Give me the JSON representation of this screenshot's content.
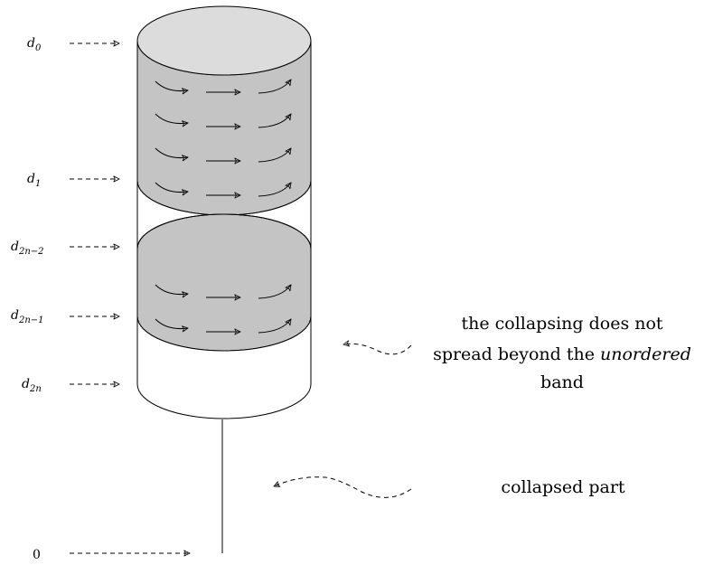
{
  "levels": [
    {
      "base": "d",
      "sub": "0"
    },
    {
      "base": "d",
      "sub": "1"
    },
    {
      "base": "d",
      "sub": "2n−2"
    },
    {
      "base": "d",
      "sub": "2n−1"
    },
    {
      "base": "d",
      "sub": "2n"
    }
  ],
  "zero_label": "0",
  "annotations": {
    "unordered": {
      "line1": "the collapsing does not",
      "line2_before": "spread beyond the ",
      "line2_emph": "unordered",
      "line3": "band"
    },
    "collapsed": "collapsed part"
  },
  "colors": {
    "top_face": "#dcdcdc",
    "band_fill": "#c4c4c4",
    "stroke": "#000000"
  }
}
